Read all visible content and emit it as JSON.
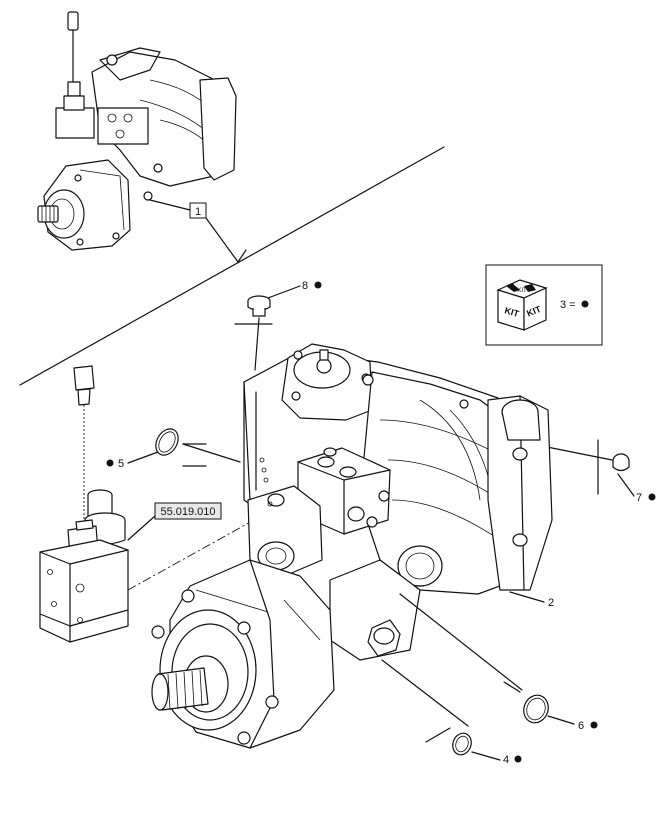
{
  "callouts": [
    {
      "id": "1",
      "label": "1",
      "boxed": true,
      "bullet": false
    },
    {
      "id": "2",
      "label": "2",
      "boxed": false,
      "bullet": false
    },
    {
      "id": "3",
      "label": "3 =",
      "boxed": false,
      "bullet": true
    },
    {
      "id": "4",
      "label": "4",
      "boxed": false,
      "bullet": true
    },
    {
      "id": "5",
      "label": "5",
      "boxed": false,
      "bullet": true
    },
    {
      "id": "6",
      "label": "6",
      "boxed": false,
      "bullet": true
    },
    {
      "id": "7",
      "label": "7",
      "boxed": false,
      "bullet": true
    },
    {
      "id": "8",
      "label": "8",
      "boxed": false,
      "bullet": true
    }
  ],
  "reference": {
    "label": "55.019.010"
  },
  "kit": {
    "top_label": "KIT",
    "left_label": "KIT",
    "right_label": "KIT"
  },
  "colors": {
    "line": "#111111",
    "ref_fill": "#e9e9e9",
    "background": "#ffffff"
  }
}
